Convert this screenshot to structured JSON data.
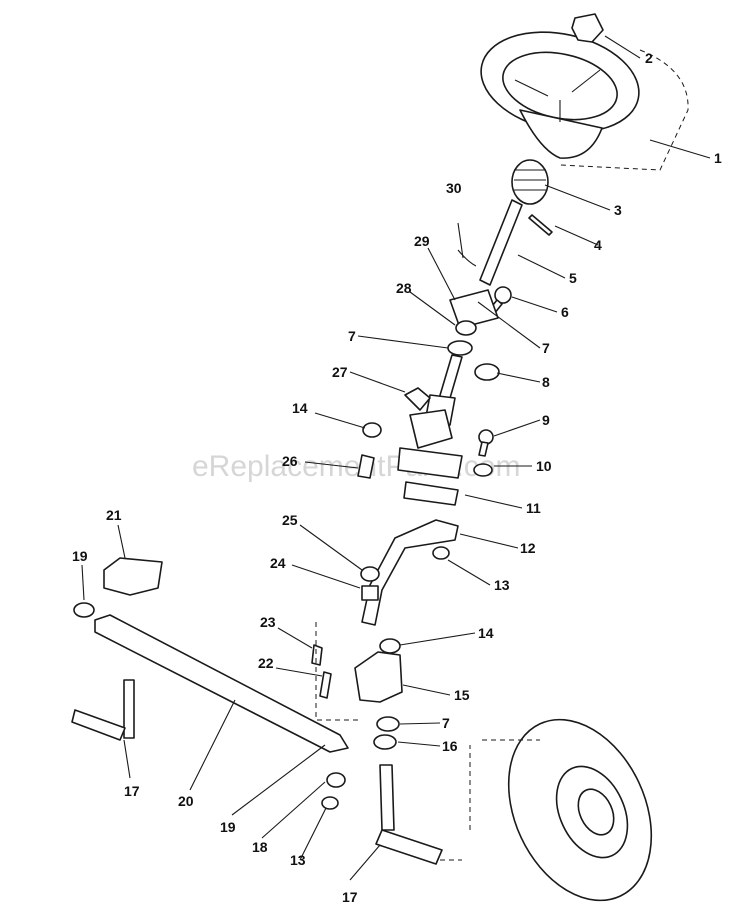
{
  "watermark": "eReplacementParts.com",
  "callouts": [
    {
      "id": "c1",
      "text": "1"
    },
    {
      "id": "c2",
      "text": "2"
    },
    {
      "id": "c3",
      "text": "3"
    },
    {
      "id": "c4",
      "text": "4"
    },
    {
      "id": "c5",
      "text": "5"
    },
    {
      "id": "c6",
      "text": "6"
    },
    {
      "id": "c7a",
      "text": "7"
    },
    {
      "id": "c7b",
      "text": "7"
    },
    {
      "id": "c7c",
      "text": "7"
    },
    {
      "id": "c8",
      "text": "8"
    },
    {
      "id": "c9",
      "text": "9"
    },
    {
      "id": "c10",
      "text": "10"
    },
    {
      "id": "c11",
      "text": "11"
    },
    {
      "id": "c12",
      "text": "12"
    },
    {
      "id": "c13a",
      "text": "13"
    },
    {
      "id": "c13b",
      "text": "13"
    },
    {
      "id": "c14a",
      "text": "14"
    },
    {
      "id": "c14b",
      "text": "14"
    },
    {
      "id": "c15",
      "text": "15"
    },
    {
      "id": "c16",
      "text": "16"
    },
    {
      "id": "c17a",
      "text": "17"
    },
    {
      "id": "c17b",
      "text": "17"
    },
    {
      "id": "c18",
      "text": "18"
    },
    {
      "id": "c19a",
      "text": "19"
    },
    {
      "id": "c19b",
      "text": "19"
    },
    {
      "id": "c20",
      "text": "20"
    },
    {
      "id": "c21",
      "text": "21"
    },
    {
      "id": "c22",
      "text": "22"
    },
    {
      "id": "c23",
      "text": "23"
    },
    {
      "id": "c24",
      "text": "24"
    },
    {
      "id": "c25",
      "text": "25"
    },
    {
      "id": "c26",
      "text": "26"
    },
    {
      "id": "c27",
      "text": "27"
    },
    {
      "id": "c28",
      "text": "28"
    },
    {
      "id": "c29",
      "text": "29"
    },
    {
      "id": "c30",
      "text": "30"
    }
  ]
}
